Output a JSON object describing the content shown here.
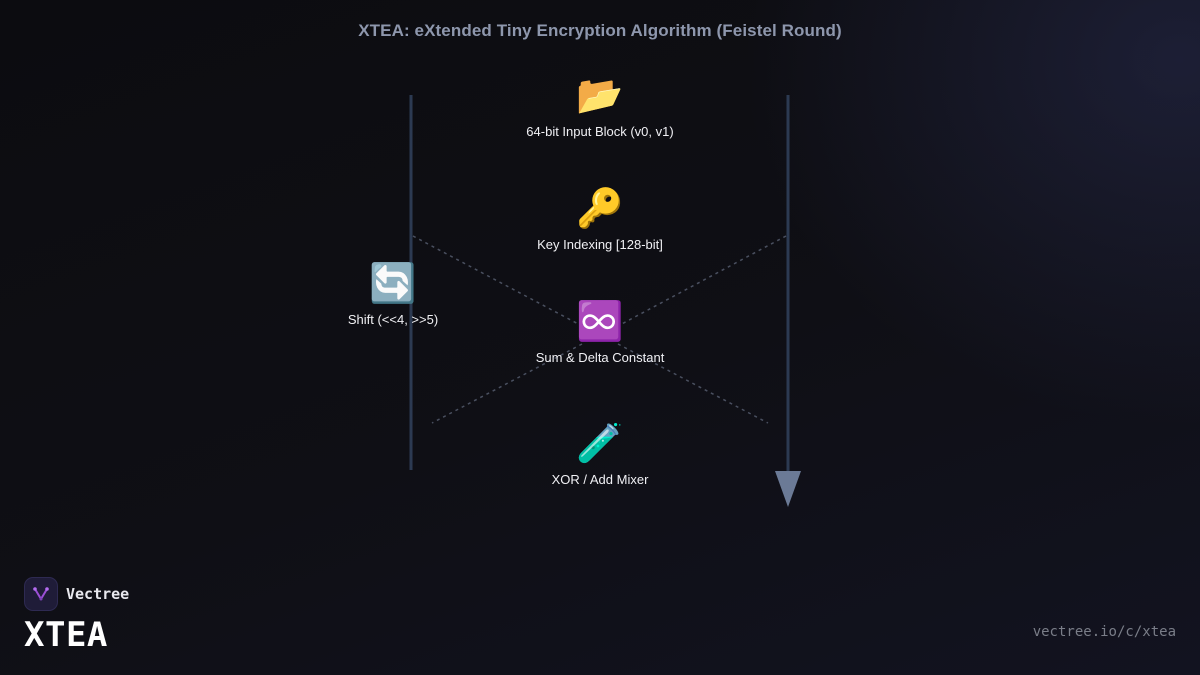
{
  "title": "XTEA: eXtended Tiny Encryption Algorithm (Feistel Round)",
  "nodes": [
    {
      "id": "input",
      "icon": "open-folder-icon",
      "glyph": "📂",
      "label": "64-bit Input Block (v0, v1)"
    },
    {
      "id": "key",
      "icon": "key-icon",
      "glyph": "🔑",
      "label": "Key Indexing [128-bit]"
    },
    {
      "id": "shift",
      "icon": "arrows-cycle-icon",
      "glyph": "🔄",
      "label": "Shift (<<4, >>5)"
    },
    {
      "id": "sum",
      "icon": "infinity-icon",
      "glyph": "♾️",
      "label": "Sum & Delta Constant"
    },
    {
      "id": "xor",
      "icon": "test-tube-icon",
      "glyph": "🧪",
      "label": "XOR / Add Mixer"
    }
  ],
  "brand": {
    "name": "Vectree",
    "product": "XTEA",
    "url": "vectree.io/c/xtea"
  },
  "colors": {
    "background": "#0d0d12",
    "title": "#8e97ad",
    "rail": "#2c3a52",
    "arrow_head": "#6b7a96",
    "dashed": "#4a5060",
    "logo_accent": "#9b4fd6"
  }
}
